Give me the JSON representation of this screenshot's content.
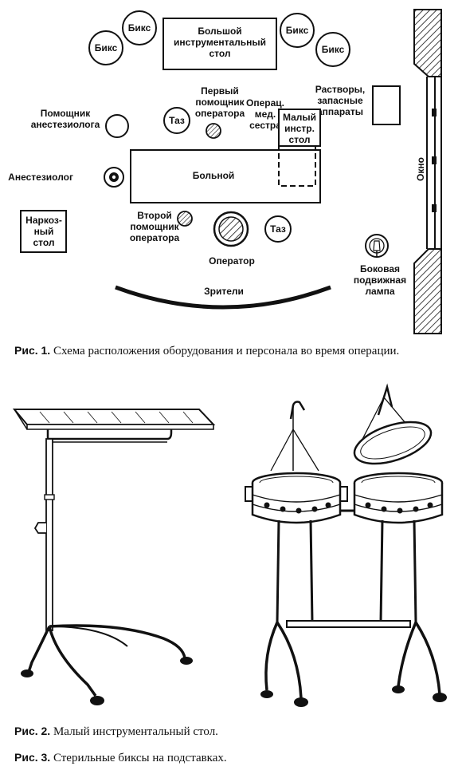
{
  "scheme": {
    "biks": "Бикс",
    "big_table": [
      "Большой",
      "инструментальный",
      "стол"
    ],
    "first_assistant": [
      "Первый",
      "помощник",
      "оператора"
    ],
    "scrub_nurse": [
      "Операц.",
      "мед.",
      "сестра"
    ],
    "solutions": [
      "Растворы,",
      "запасные",
      "аппараты"
    ],
    "anesth_assistant": [
      "Помощник",
      "анестезиолога"
    ],
    "taz": "Таз",
    "small_table": [
      "Малый",
      "инстр.",
      "стол"
    ],
    "window": "Окно",
    "anesthesiologist": "Анестезиолог",
    "patient": "Больной",
    "narcosis_table": [
      "Наркоз-",
      "ный",
      "стол"
    ],
    "second_assistant": [
      "Второй",
      "помощник",
      "оператора"
    ],
    "operator": "Оператор",
    "lamp": [
      "Боковая",
      "подвижная",
      "лампа"
    ],
    "spectators": "Зрители"
  },
  "captions": {
    "fig1_num": "Рис. 1.",
    "fig1_text": "Схема расположения оборудования и персонала во время операции.",
    "fig2_num": "Рис. 2.",
    "fig2_text": "Малый инструментальный стол.",
    "fig3_num": "Рис. 3.",
    "fig3_text": "Стерильные биксы на подставках."
  }
}
